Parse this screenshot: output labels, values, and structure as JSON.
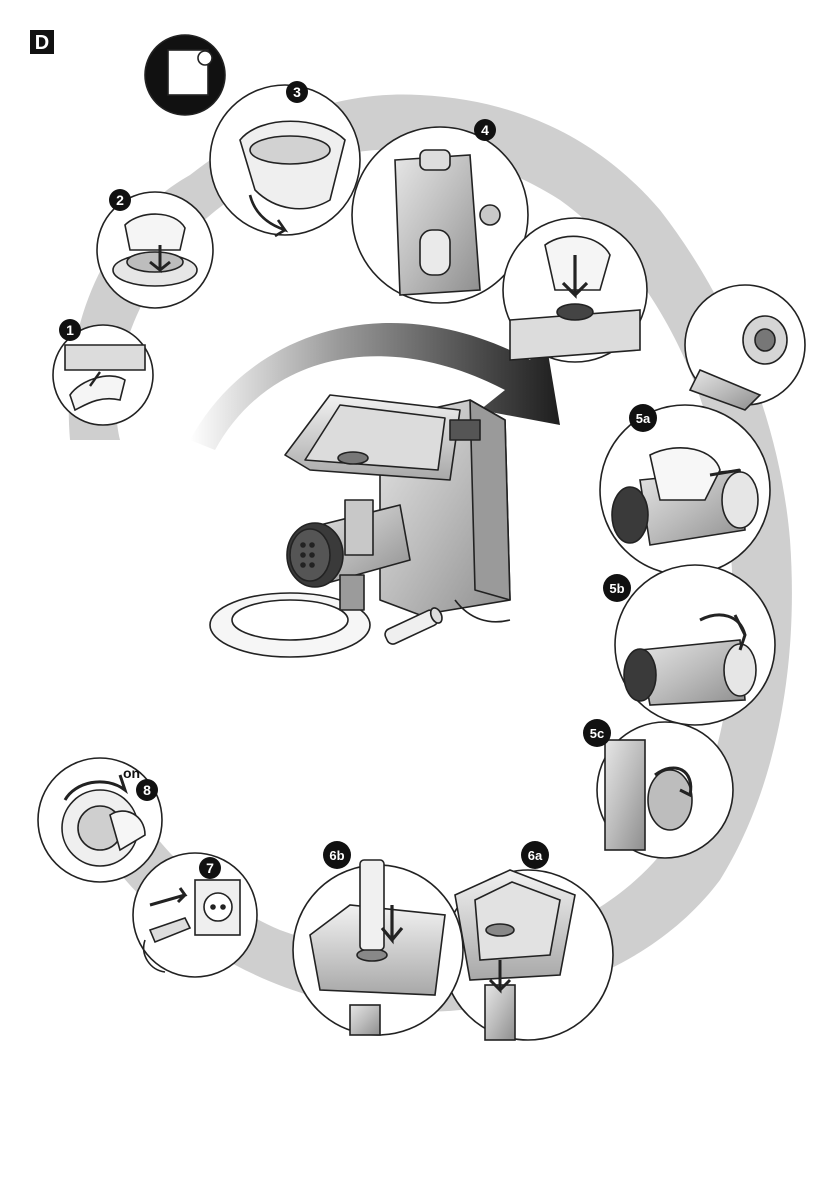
{
  "section_label": "D",
  "steps": [
    {
      "id": "s1",
      "label": "1"
    },
    {
      "id": "s2",
      "label": "2"
    },
    {
      "id": "s3",
      "label": "3"
    },
    {
      "id": "s4",
      "label": "4"
    },
    {
      "id": "s5a",
      "label": "5a"
    },
    {
      "id": "s5b",
      "label": "5b"
    },
    {
      "id": "s5c",
      "label": "5c"
    },
    {
      "id": "s6a",
      "label": "6a"
    },
    {
      "id": "s6b",
      "label": "6b"
    },
    {
      "id": "s7",
      "label": "7"
    },
    {
      "id": "s8",
      "label": "8"
    }
  ],
  "switch_on_label": "on",
  "colors": {
    "badge": "#111111",
    "badge_text": "#ffffff",
    "path_shadow": "#c9c9c9",
    "line": "#222222",
    "metal": "#bdbdbd",
    "arrow": "#222222"
  }
}
